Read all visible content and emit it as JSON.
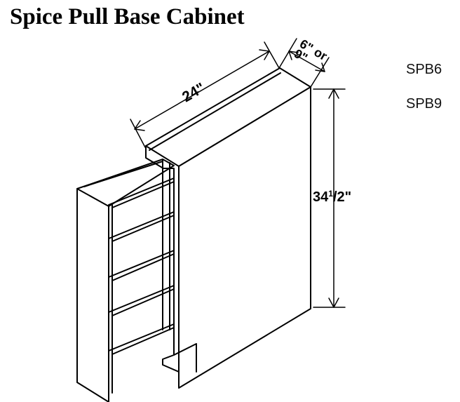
{
  "title": "Spice Pull Base Cabinet",
  "models": [
    "SPB6",
    "SPB9"
  ],
  "dimensions": {
    "depth": "24\"",
    "width_a": "6\" or",
    "width_b": "9\"",
    "height_whole": "34",
    "height_num": "1",
    "height_den": "/2\""
  }
}
